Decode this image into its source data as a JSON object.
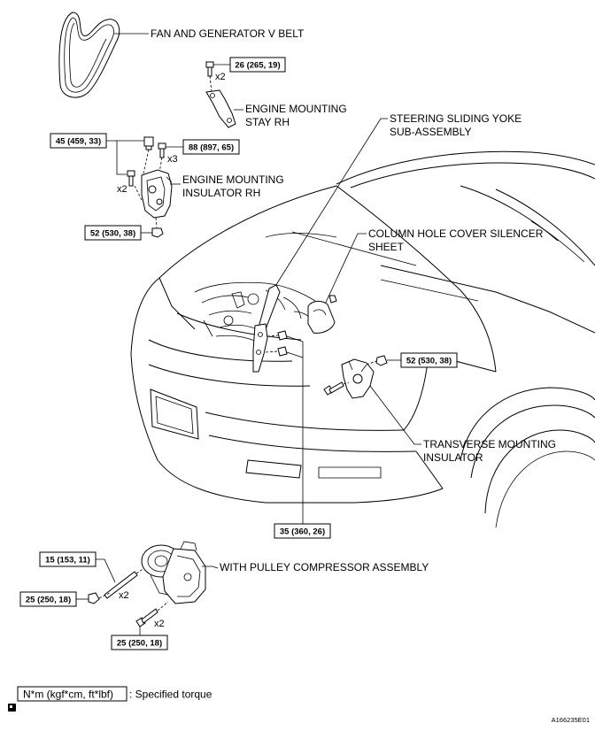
{
  "labels": {
    "belt": "FAN AND GENERATOR V BELT",
    "stay_line1": "ENGINE MOUNTING",
    "stay_line2": "STAY RH",
    "yoke_line1": "STEERING SLIDING YOKE",
    "yoke_line2": "SUB-ASSEMBLY",
    "insulator_rh_line1": "ENGINE MOUNTING",
    "insulator_rh_line2": "INSULATOR RH",
    "silencer_line1": "COLUMN HOLE COVER SILENCER",
    "silencer_line2": "SHEET",
    "transverse_line1": "TRANSVERSE MOUNTING",
    "transverse_line2": "INSULATOR",
    "compressor": "WITH PULLEY COMPRESSOR ASSEMBLY"
  },
  "torques": {
    "stay": "26 (265, 19)",
    "insulator_top_left": "45 (459, 33)",
    "insulator_top_right": "88 (897, 65)",
    "insulator_bottom": "52 (530, 38)",
    "transverse": "52 (530, 38)",
    "yoke": "35 (360, 26)",
    "compressor_stud": "15 (153, 11)",
    "compressor_nut": "25 (250, 18)",
    "compressor_bolt": "25 (250, 18)"
  },
  "multipliers": {
    "stay": "x2",
    "insulator_top": "x3",
    "insulator_side": "x2",
    "compressor_stud": "x2",
    "compressor_bolt": "x2"
  },
  "legend": {
    "unit": "N*m (kgf*cm, ft*lbf)",
    "text": ": Specified torque",
    "icon": "torque-wrench-icon"
  },
  "figure_code": "A166235E01"
}
